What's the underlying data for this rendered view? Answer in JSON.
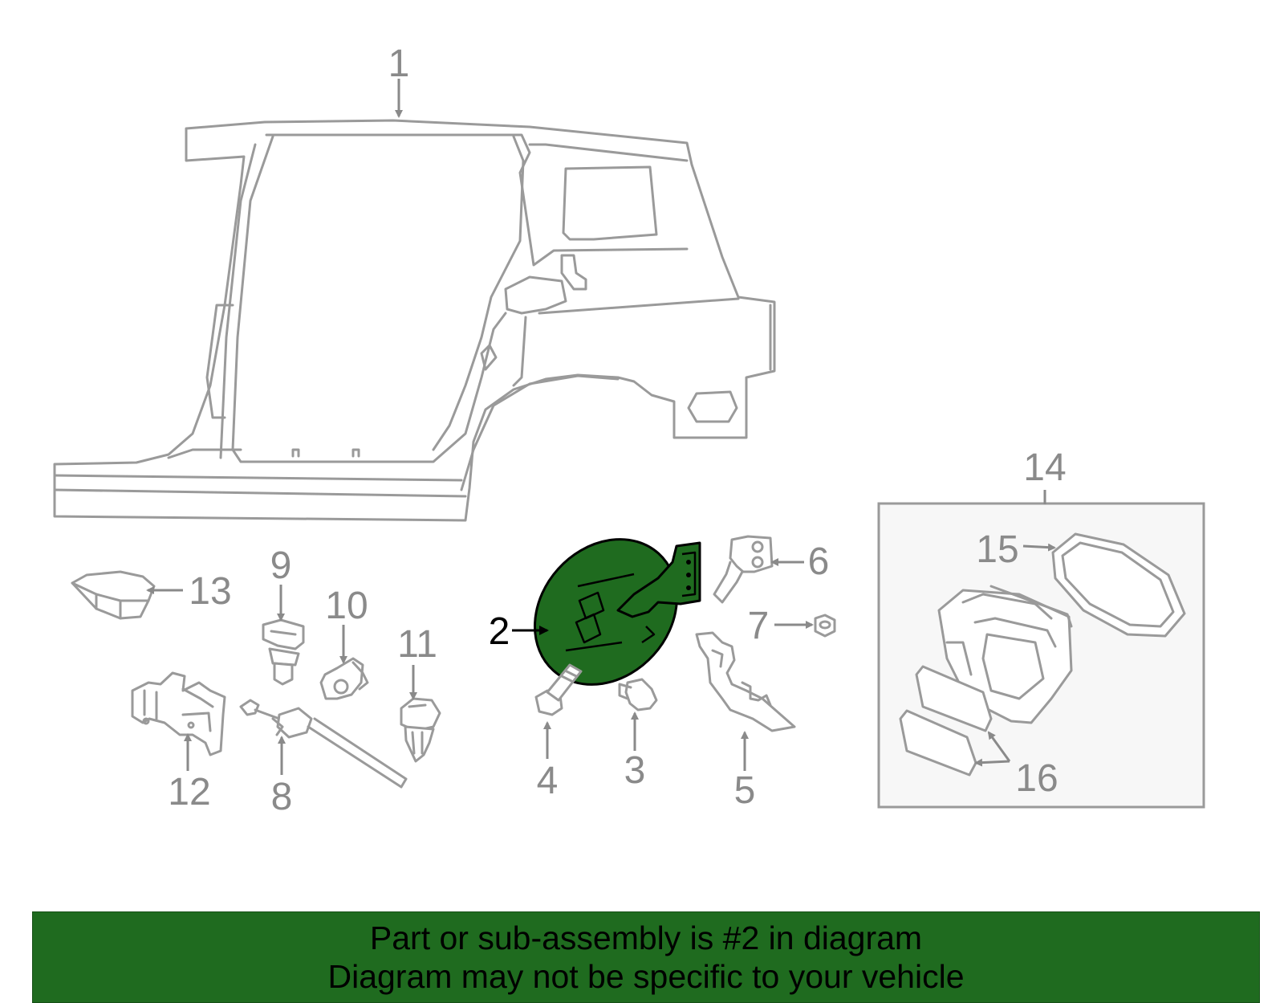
{
  "diagram": {
    "highlight_color": "#1f6b1f",
    "line_color": "#9a9a9a",
    "label_color": "#8a8a8a",
    "callouts": {
      "c1": "1",
      "c2": "2",
      "c3": "3",
      "c4": "4",
      "c5": "5",
      "c6": "6",
      "c7": "7",
      "c8": "8",
      "c9": "9",
      "c10": "10",
      "c11": "11",
      "c12": "12",
      "c13": "13",
      "c14": "14",
      "c15": "15",
      "c16": "16"
    },
    "highlighted_part": "2"
  },
  "banner": {
    "line1": "Part or sub-assembly is #2 in diagram",
    "line2": "Diagram may not be specific to your vehicle",
    "background": "#1f6b1f"
  }
}
